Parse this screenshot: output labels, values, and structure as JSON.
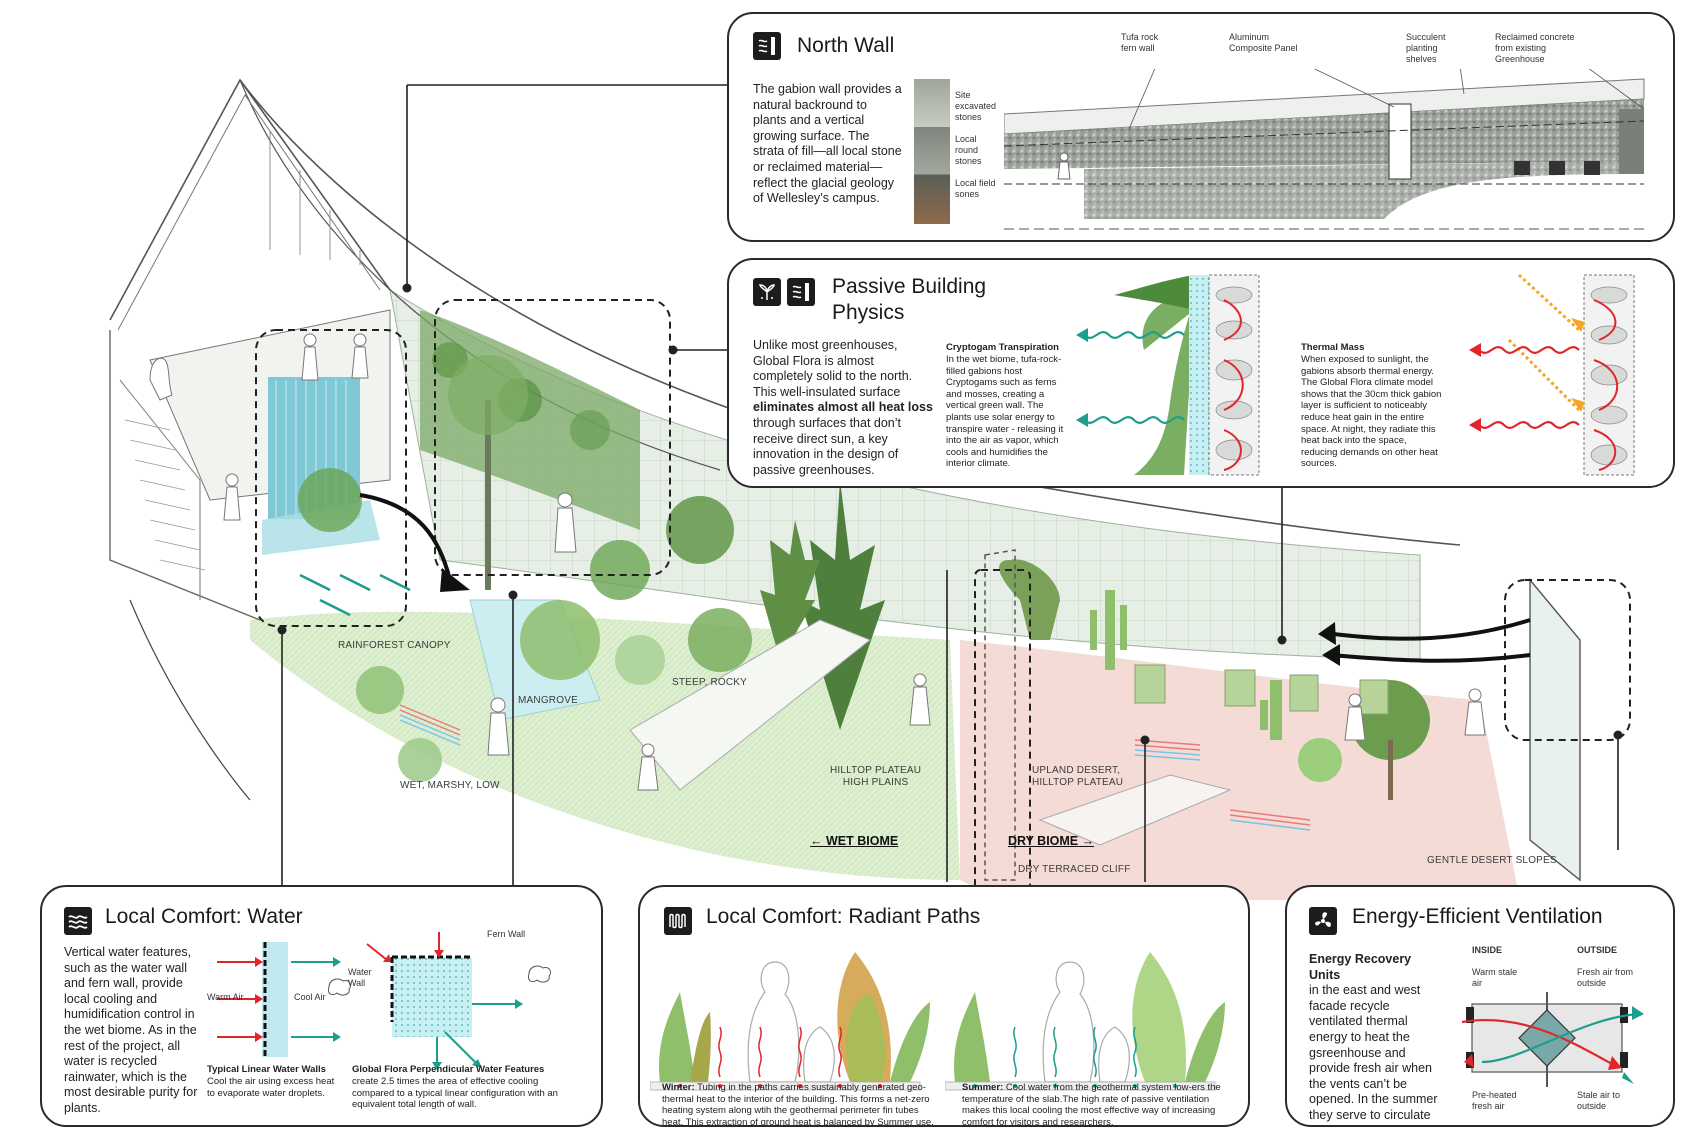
{
  "north_wall": {
    "title": "North Wall",
    "description": "The gabion wall provides a natural backround to plants and a vertical growing surface. The strata of fill—all local stone or reclaimed material—reflect the glacial geology of Wellesley’s campus.",
    "strata": [
      "Site excavated stones",
      "Local round stones",
      "Local field sones"
    ],
    "callouts": [
      "Tufa rock fern wall",
      "Aluminum Composite Panel",
      "Succulent planting shelves",
      "Reclaimed concrete from existing Greenhouse"
    ]
  },
  "passive_physics": {
    "title": "Passive Building Physics",
    "text_before": "Unlike most greenhouses, Global Flora is almost completely solid to the north. This well-insulated surface ",
    "text_bold": "eliminates almost all heat loss",
    "text_after": " through surfaces that don’t receive direct sun, a key innovation in the design of passive greenhouses.",
    "cryptogam_title": "Cryptogam Transpiration",
    "cryptogam_text": "In the wet biome, tufa-rock-filled gabions host Cryptogams such as ferns and mosses, creating a vertical green wall. The plants use solar energy to transpire water - releasing it into the air as vapor, which cools and humidifies the interior climate.",
    "thermal_title": "Thermal Mass",
    "thermal_text": "When exposed to sunlight, the gabions absorb thermal energy. The Global Flora climate model shows that the 30cm thick gabion layer is sufficient to noticeably reduce heat gain in the entire space. At night, they radiate this heat back into the space, reducing demands on other heat sources."
  },
  "water": {
    "title": "Local Comfort: Water",
    "description": "Vertical water features, such as the water wall and fern wall, provide local cooling and humidification control in the wet biome. As in the rest of the project, all water is recycled rainwater, which is the most desirable purity for plants.",
    "warm_air": "Warm Air",
    "cool_air": "Cool Air",
    "fern_wall": "Fern Wall",
    "water_wall": "Water Wall",
    "linear_title": "Typical Linear Water Walls",
    "linear_text": "Cool the air using excess heat to evaporate water droplets.",
    "perp_title": "Global Flora Perpendicular Water Features",
    "perp_text": "create 2.5 times the area of effective cooling compared to a typical linear configuration with an equivalent total length of wall."
  },
  "radiant": {
    "title": "Local Comfort: Radiant Paths",
    "winter_label": "Winter:",
    "winter_text": " Tubing in the paths carries sustainably generated geo-thermal heat to the interior of the building. This forms a net-zero heating system along wtih the geothermal perimeter fin tubes heat. This extraction of ground heat is balanced by Summer use.",
    "summer_label": "Summer:",
    "summer_text": " Cool water from the geothermal system low-ers the temperature of the slab.The high rate of passive ventilation makes this local cooling the most effective way of increasing comfort for visitors and researchers."
  },
  "ventilation": {
    "title": "Energy-Efficient Ventilation",
    "inside": "INSIDE",
    "outside": "OUTSIDE",
    "erv_title": "Energy Recovery Units",
    "erv_text": "in the east and west facade recycle ventilated thermal energy to heat the gsreenhouse and provide fresh air when the vents can’t be opened. In the summer they serve to circulate air, preventing plant pests and disease.",
    "warm_stale": "Warm stale air",
    "fresh_outside": "Fresh air from outside",
    "preheated": "Pre-heated fresh air",
    "stale_outside": "Stale air to outside"
  },
  "zones": {
    "rainforest": "RAINFOREST CANOPY",
    "mangrove": "MANGROVE",
    "steep": "STEEP, ROCKY",
    "wet_marshy": "WET, MARSHY, LOW",
    "hilltop_1": "HILLTOP PLATEAU",
    "hilltop_2": "HIGH PLAINS",
    "upland_1": "UPLAND DESERT,",
    "upland_2": "HILLTOP PLATEAU",
    "dry_cliff": "DRY TERRACED CLIFF",
    "gentle": "GENTLE DESERT SLOPES",
    "wet_biome": "WET BIOME",
    "dry_biome": "DRY BIOME"
  },
  "colors": {
    "teal": "#1d9e8c",
    "red": "#e0262b",
    "orange": "#f5a623",
    "ground_green": "#dcefcf",
    "desert_pink": "#f4dbd6",
    "tree_green": "#5e9645"
  }
}
